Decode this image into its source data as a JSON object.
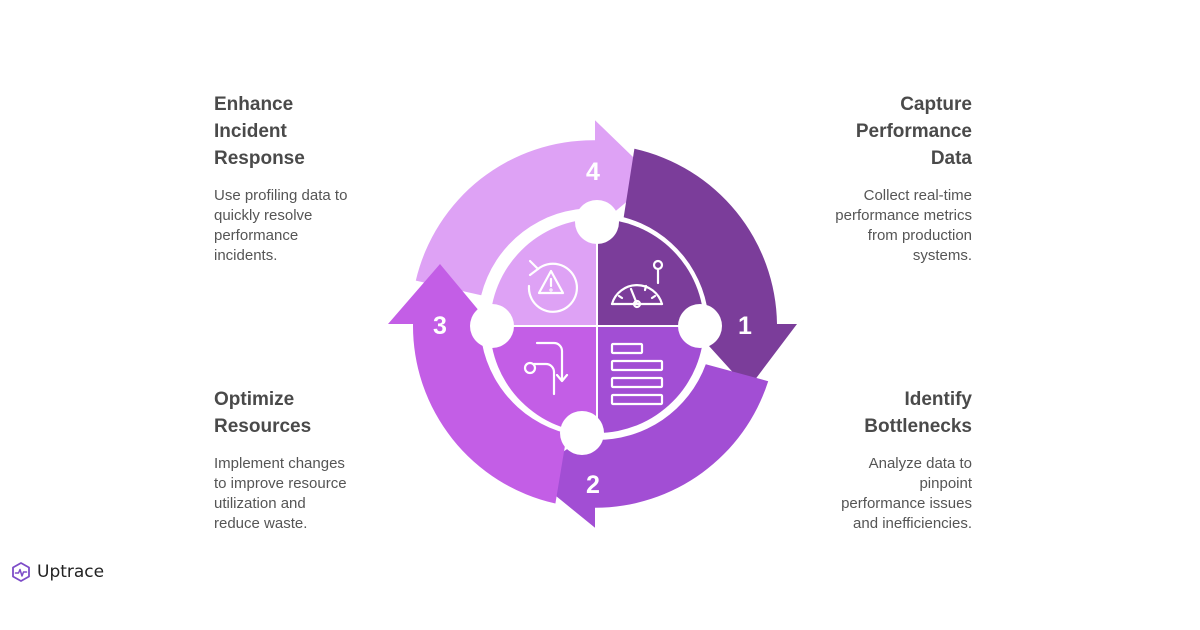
{
  "steps": [
    {
      "number": "1",
      "title": "Capture\nPerformance\nData",
      "description": "Collect real-time\nperformance metrics\nfrom production\nsystems.",
      "icon": "speedometer-icon",
      "color": "#7b3d9a"
    },
    {
      "number": "2",
      "title": "Identify\nBottlenecks",
      "description": "Analyze data to\npinpoint\nperformance issues\nand inefficiencies.",
      "icon": "bar-list-icon",
      "color": "#a24ed4"
    },
    {
      "number": "3",
      "title": "Optimize\nResources",
      "description": "Implement changes\nto improve resource\nutilization and\nreduce waste.",
      "icon": "route-icon",
      "color": "#c35ee6"
    },
    {
      "number": "4",
      "title": "Enhance\nIncident\nResponse",
      "description": "Use profiling data to\nquickly resolve\nperformance\nincidents.",
      "icon": "alert-refresh-icon",
      "color": "#dea2f5"
    }
  ],
  "brand": {
    "name": "Uptrace",
    "logo": "uptrace-logo-icon",
    "color": "#7d4cc8"
  }
}
